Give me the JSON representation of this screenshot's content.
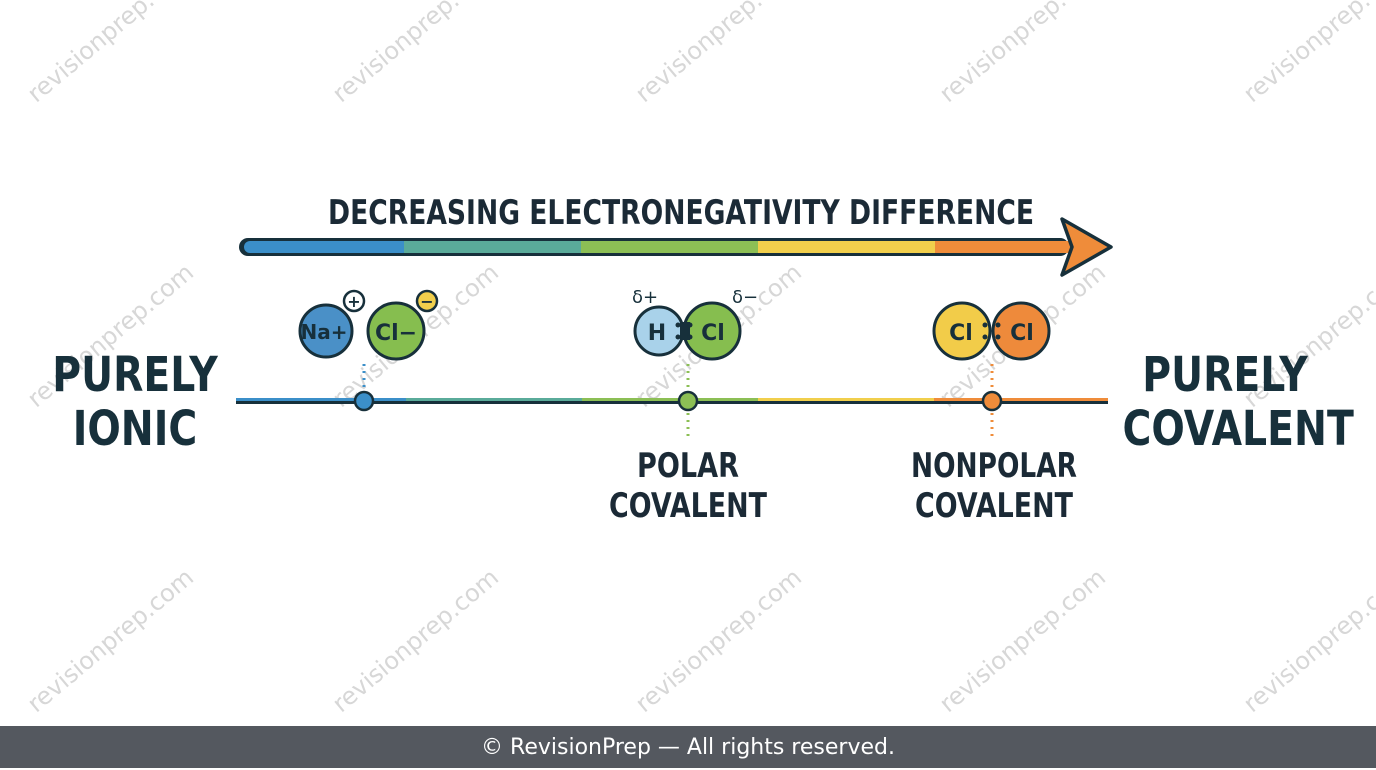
{
  "title": "DECREASING ELECTRONEGATIVITY DIFFERENCE",
  "left_label": [
    "PURELY",
    "IONIC"
  ],
  "right_label": [
    "PURELY",
    "COVALENT"
  ],
  "markers": [
    {
      "label": [],
      "molecule": {
        "atoms": [
          "Na+",
          "Cl−"
        ],
        "charges": [
          "+",
          "−"
        ]
      }
    },
    {
      "label": [
        "POLAR",
        "COVALENT"
      ],
      "molecule": {
        "atoms": [
          "H",
          "Cl"
        ],
        "partials": [
          "δ+",
          "δ−"
        ]
      }
    },
    {
      "label": [
        "NONPOLAR",
        "COVALENT"
      ],
      "molecule": {
        "atoms": [
          "Cl",
          "Cl"
        ]
      }
    }
  ],
  "watermark": "revisionprep.com",
  "footer": "© RevisionPrep — All rights reserved.",
  "colors": {
    "gradient": [
      "#3b8fc9",
      "#5aab9a",
      "#8cbf55",
      "#f1cf4c",
      "#ef8c3a"
    ],
    "outline": "#17303b",
    "na": "#4a90c7",
    "cl_ionic": "#86be4f",
    "h": "#a9d2ea",
    "cl_polar": "#86be4f",
    "cl_nonpolar_1": "#f2cc49",
    "cl_nonpolar_2": "#ee8a3b",
    "footer_bg": "#54585f"
  }
}
